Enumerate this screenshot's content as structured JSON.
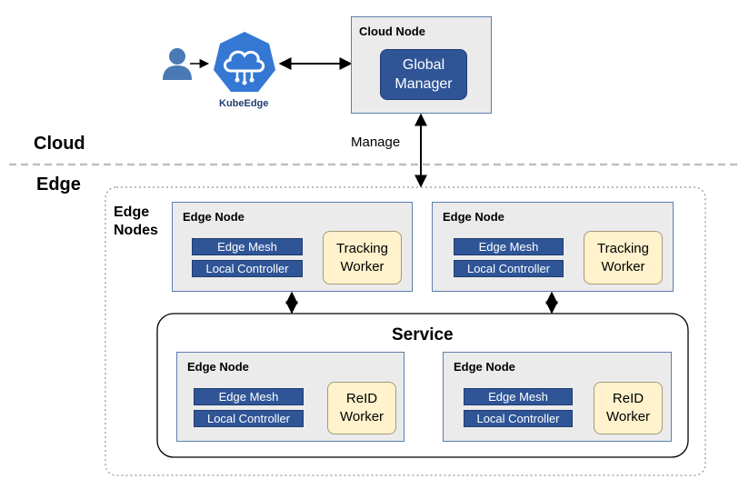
{
  "cloud": {
    "label": "Cloud",
    "node_title": "Cloud Node",
    "manager_line1": "Global",
    "manager_line2": "Manager",
    "manage_label": "Manage"
  },
  "kubeedge": {
    "label": "KubeEdge"
  },
  "edge": {
    "label": "Edge",
    "nodes_label_line1": "Edge",
    "nodes_label_line2": "Nodes",
    "service_label": "Service",
    "edge_nodes": [
      {
        "title": "Edge Node",
        "mesh": "Edge Mesh",
        "controller": "Local Controller",
        "worker_line1": "Tracking",
        "worker_line2": "Worker"
      },
      {
        "title": "Edge Node",
        "mesh": "Edge Mesh",
        "controller": "Local Controller",
        "worker_line1": "Tracking",
        "worker_line2": "Worker"
      }
    ],
    "service_nodes": [
      {
        "title": "Edge Node",
        "mesh": "Edge Mesh",
        "controller": "Local Controller",
        "worker_line1": "ReID",
        "worker_line2": "Worker"
      },
      {
        "title": "Edge Node",
        "mesh": "Edge Mesh",
        "controller": "Local Controller",
        "worker_line1": "ReID",
        "worker_line2": "Worker"
      }
    ]
  },
  "colors": {
    "pill_blue": "#2f5597",
    "node_gray": "#ebebeb",
    "worker_yellow": "#fff2cc",
    "kubeedge_blue": "#3478d4",
    "user_blue": "#4a7ab5"
  },
  "icons": [
    "user-icon",
    "kubeedge-logo-icon"
  ]
}
